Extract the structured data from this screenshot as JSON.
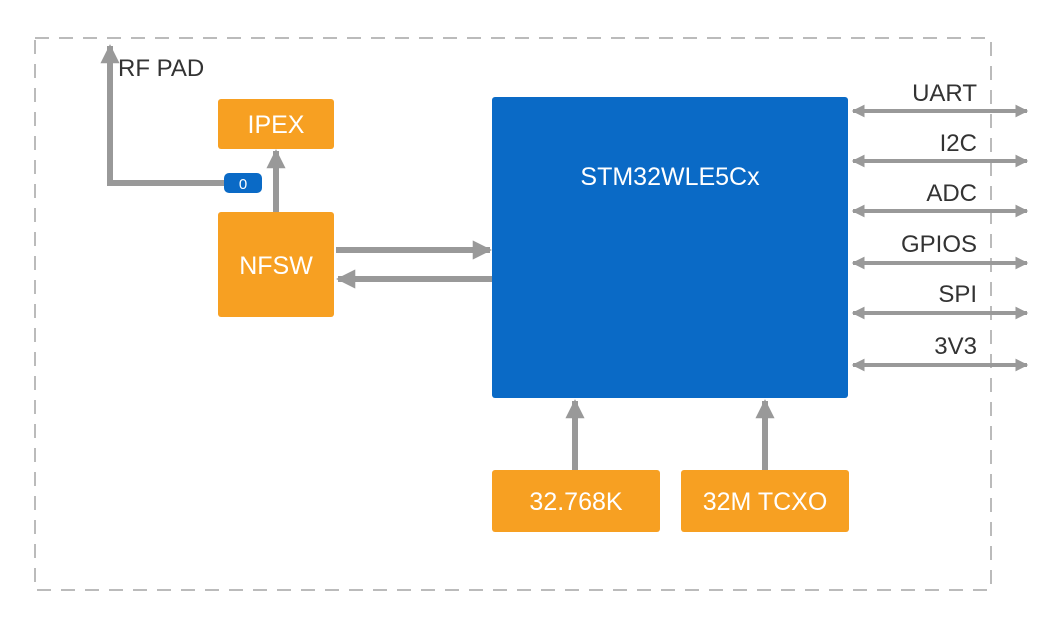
{
  "colors": {
    "mcu": "#0a6ac6",
    "component": "#f7a022",
    "arrow": "#999999",
    "border": "#bbbbbb",
    "badge": "#0a6ac6",
    "label": "#333333"
  },
  "rf_pad_label": "RF PAD",
  "ipex_label": "IPEX",
  "nfsw_label": "NFSW",
  "mcu_label": "STM32WLE5Cx",
  "resistor_badge": "0",
  "crystal_label": "32.768K",
  "tcxo_label": "32M TCXO",
  "interfaces": [
    "UART",
    "I2C",
    "ADC",
    "GPIOS",
    "SPI",
    "3V3"
  ]
}
